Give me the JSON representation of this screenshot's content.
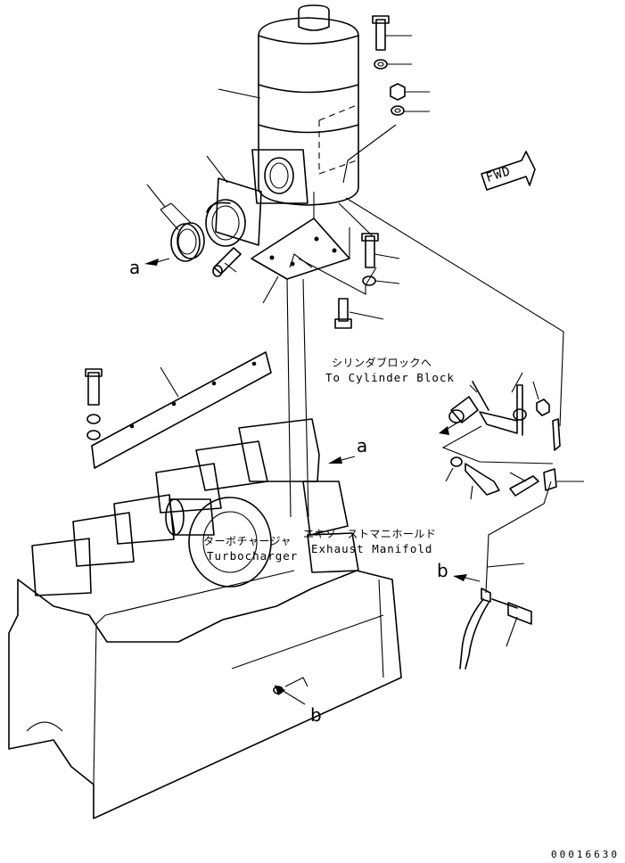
{
  "labels": {
    "cylinder_block_jp": "シリンダブロックへ",
    "cylinder_block_en": "To Cylinder Block",
    "turbocharger_jp": "ターボチャージャ",
    "turbocharger_en": "Turbocharger",
    "exhaust_manifold_jp": "エキゾーストマニホールド",
    "exhaust_manifold_en": "Exhaust Manifold",
    "fwd_arrow": "FWD",
    "ref_a_left": "a",
    "ref_a_right": "a",
    "ref_b_top": "b",
    "ref_b_bottom": "b",
    "part_number": "00016630"
  }
}
